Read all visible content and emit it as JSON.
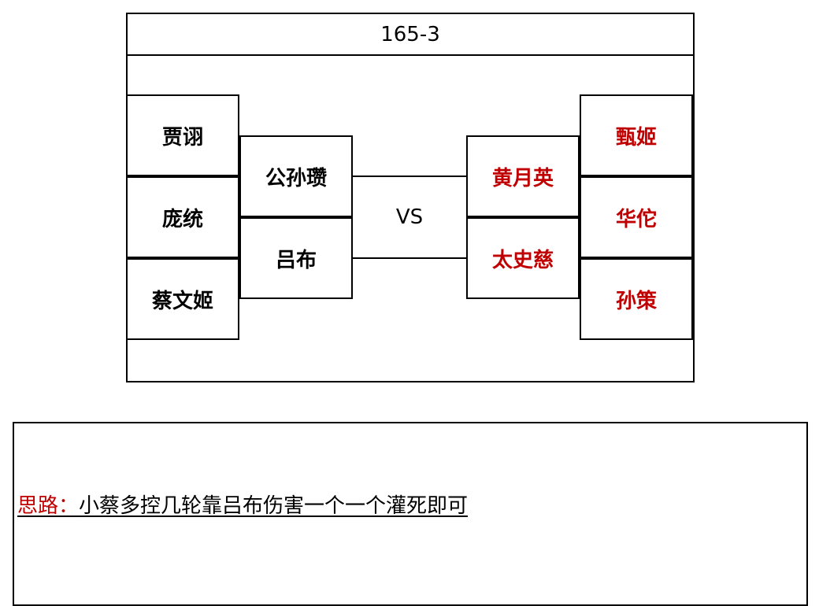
{
  "title": "165-3",
  "vs": "VS",
  "left_team": {
    "back_row": [
      "贾诩",
      "庞统",
      "蔡文姬"
    ],
    "front_row": [
      "公孙瓒",
      "吕布"
    ]
  },
  "right_team": {
    "front_row": [
      "黄月英",
      "太史慈"
    ],
    "back_row": [
      "甄姬",
      "华佗",
      "孙策"
    ]
  },
  "colors": {
    "left_text": "#000000",
    "right_text": "#c00000",
    "note_label": "#c00000"
  },
  "note": {
    "label": "思路：",
    "text": "小蔡多控几轮靠吕布伤害一个一个灌死即可"
  }
}
